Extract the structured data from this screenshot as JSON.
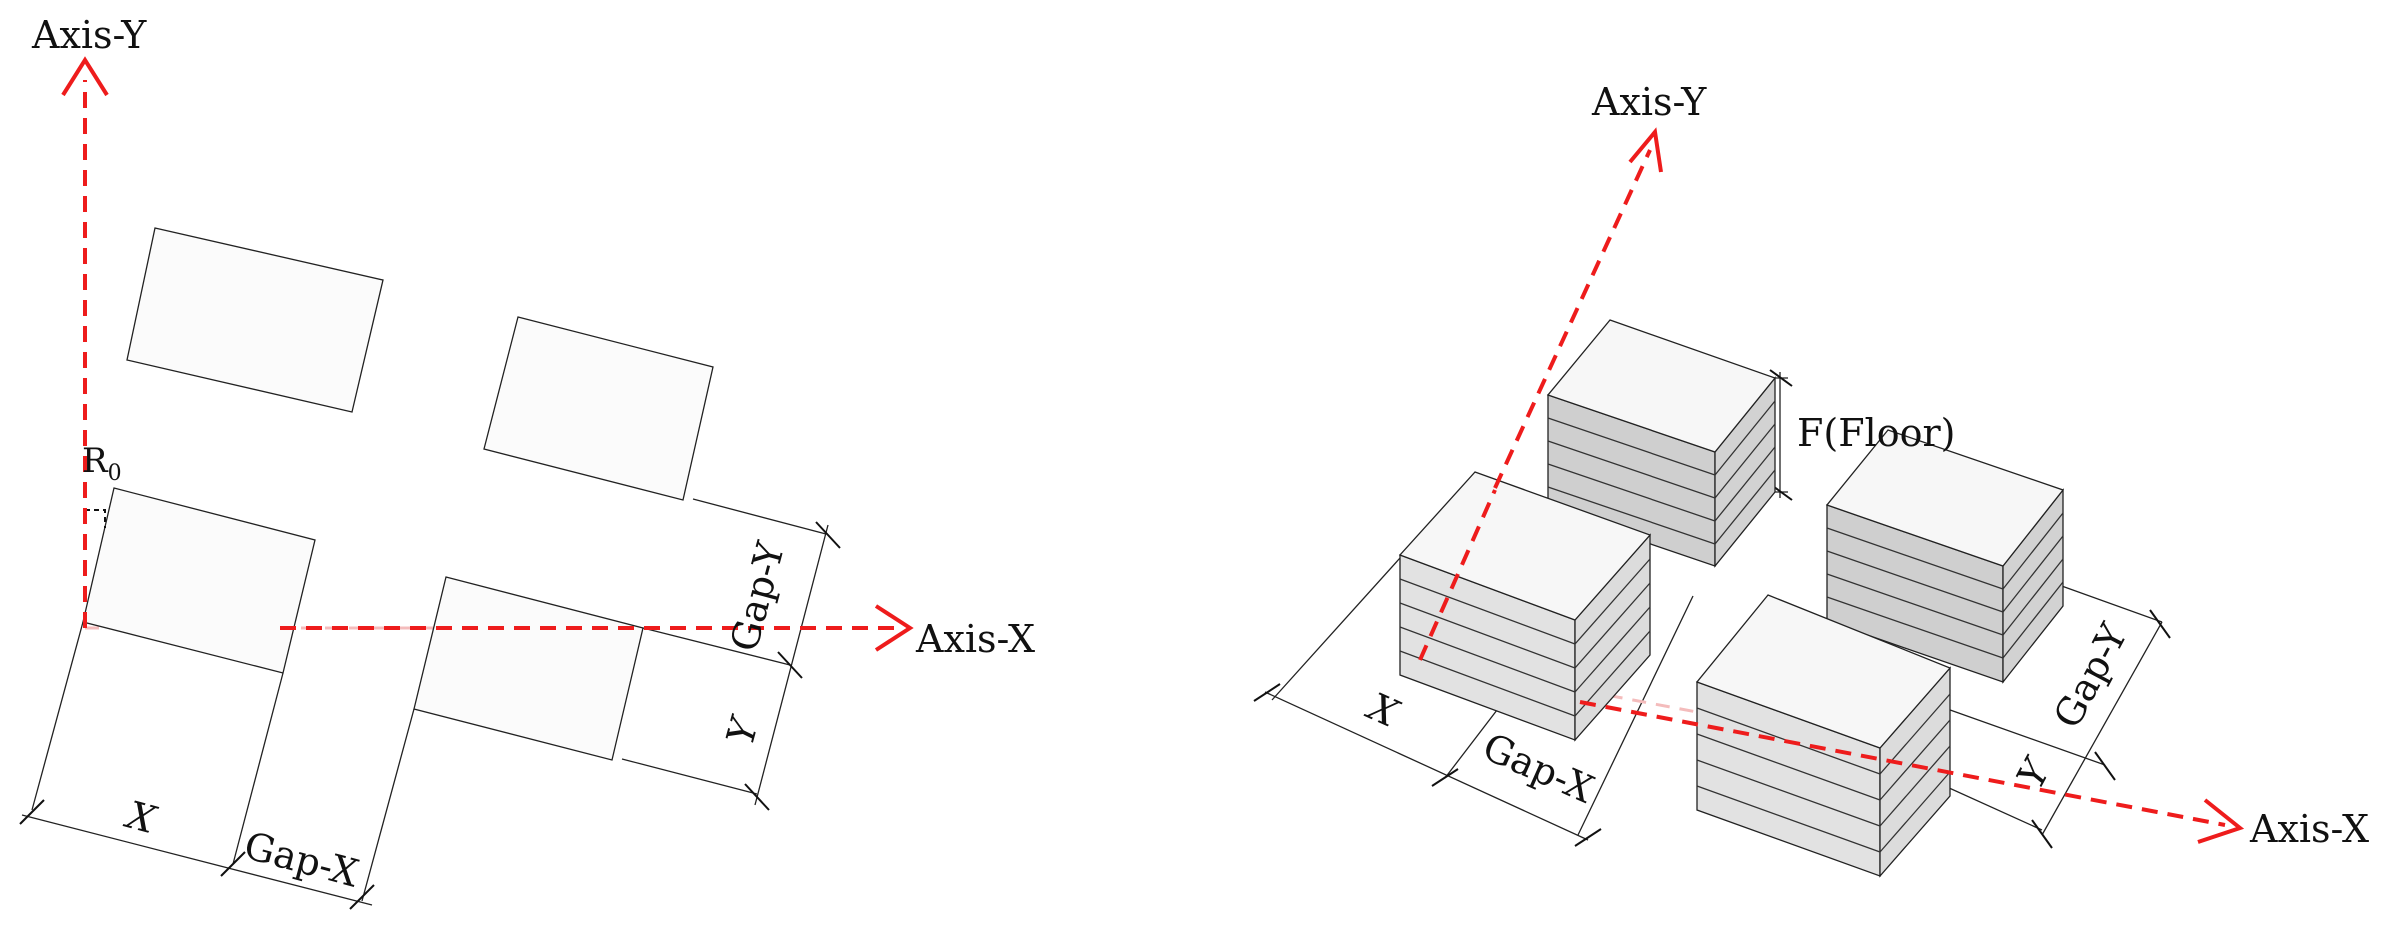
{
  "left_diagram": {
    "axis_y_label": "Axis-Y",
    "axis_x_label": "Axis-X",
    "angle_label": "R",
    "angle_subscript": "0",
    "dim_x_label": "X",
    "dim_gap_x_label": "Gap-X",
    "dim_y_label": "Y",
    "dim_gap_y_label": "Gap-Y"
  },
  "right_diagram": {
    "axis_y_label": "Axis-Y",
    "axis_x_label": "Axis-X",
    "floor_label": "F(Floor)",
    "dim_x_label": "X",
    "dim_gap_x_label": "Gap-X",
    "dim_y_label": "Y",
    "dim_gap_y_label": "Gap-Y"
  },
  "colors": {
    "axis": "#ee1c1c",
    "lines": "#222222",
    "roof": "#f7f7f7",
    "facade": "#d0d0d0"
  }
}
